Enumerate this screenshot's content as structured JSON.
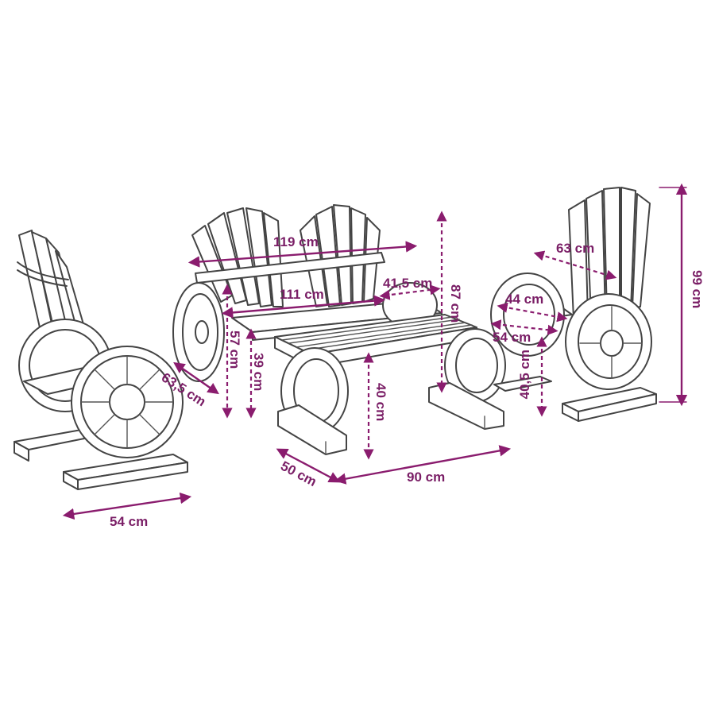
{
  "colors": {
    "dimension": "#8a1c6e",
    "outline": "#444444",
    "background": "#ffffff"
  },
  "dimensions": {
    "bench_width_top": "119 cm",
    "bench_seat_width": "111 cm",
    "bench_seat_depth": "41,5 cm",
    "bench_total_height": "87 cm",
    "bench_back_height": "57 cm",
    "bench_seat_height": "39 cm",
    "table_height": "40 cm",
    "table_depth": "50 cm",
    "table_width": "90 cm",
    "left_chair_depth": "63,5 cm",
    "left_chair_width": "54 cm",
    "right_chair_back_width": "63 cm",
    "right_chair_seat_width": "44 cm",
    "right_chair_seat_depth": "54 cm",
    "right_chair_seat_height": "40,5 cm",
    "right_chair_height": "99 cm"
  }
}
